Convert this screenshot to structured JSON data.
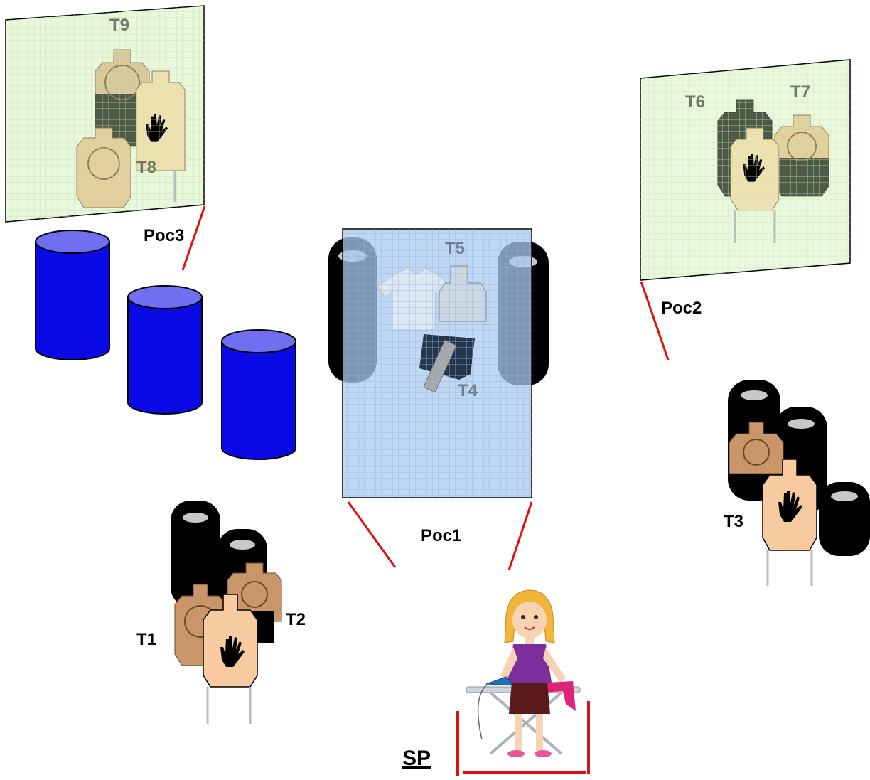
{
  "labels": {
    "t1": "T1",
    "t2": "T2",
    "t3": "T3",
    "t4": "T4",
    "t5": "T5",
    "t6": "T6",
    "t7": "T7",
    "t8": "T8",
    "t9": "T9",
    "poc1": "Poc1",
    "poc2": "Poc2",
    "poc3": "Poc3",
    "sp": "SP"
  },
  "colors": {
    "barrel": "#0a0ae6",
    "barrel_top": "#6f6ff0",
    "tire": "#000000",
    "tire_hub": "#c8c8c8",
    "target_tan": "#c9966a",
    "target_noshoot": "#f8caa0",
    "poc_line": "#e01010",
    "wall_green": "#e9f8dc",
    "wall_blue": "#a9c9ee"
  },
  "icons": {
    "hand": "hand-noshoot-icon",
    "shirt": "shirt-icon",
    "person": "woman-ironing-illustration"
  }
}
